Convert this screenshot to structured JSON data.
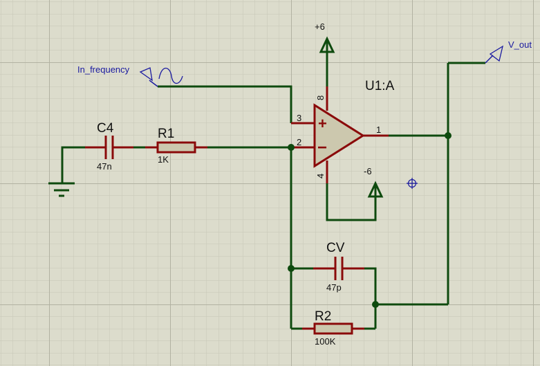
{
  "schematic": {
    "components": [
      {
        "ref": "C4",
        "value": "47n",
        "type": "capacitor"
      },
      {
        "ref": "R1",
        "value": "1K",
        "type": "resistor"
      },
      {
        "ref": "CV",
        "value": "47p",
        "type": "capacitor"
      },
      {
        "ref": "R2",
        "value": "100K",
        "type": "resistor"
      },
      {
        "ref": "U1:A",
        "type": "op-amp",
        "pins": {
          "non_inverting": "3",
          "inverting": "2",
          "output": "1",
          "vplus": "8",
          "vminus": "4"
        }
      }
    ],
    "power": {
      "positive": "+6",
      "negative": "-6"
    },
    "terminals": {
      "input": "In_frequency",
      "output": "V_out"
    },
    "opamp_signs": {
      "plus": "+",
      "minus": "−"
    }
  },
  "colors": {
    "background": "#dcdccc",
    "wire": "#0e4a0e",
    "component": "#8a0a0a",
    "label_net": "#1a1aa0",
    "body_fill": "#ccc8ae"
  }
}
